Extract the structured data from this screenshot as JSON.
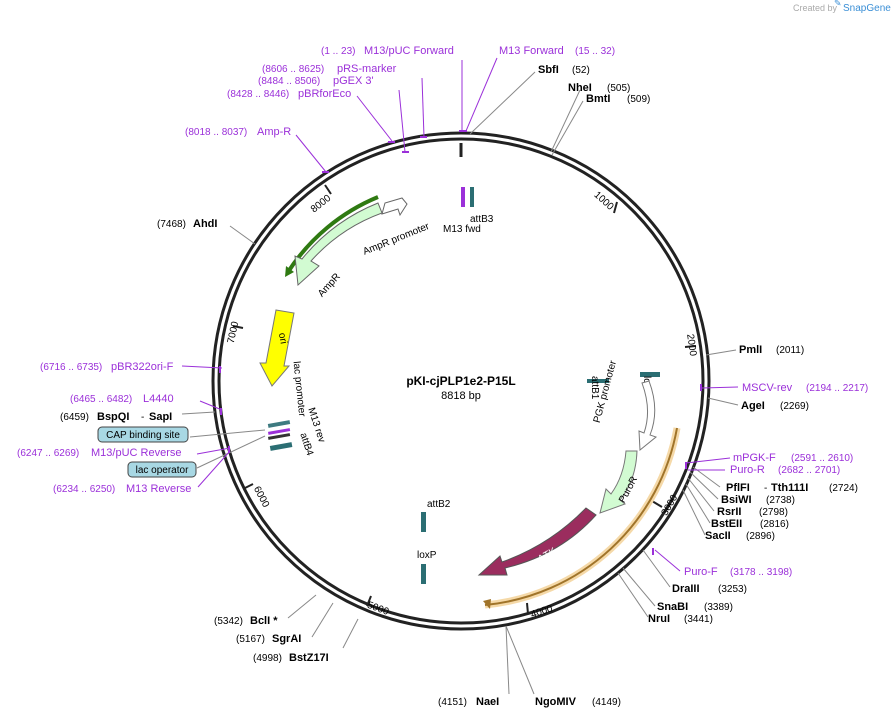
{
  "brand": {
    "created_by": "Created by",
    "name": "SnapGene"
  },
  "plasmid": {
    "name": "pKI-cjPLP1e2-P15L",
    "size": "8818 bp"
  },
  "ruler_ticks": [
    "1000",
    "2000",
    "3000",
    "4000",
    "5000",
    "6000",
    "7000",
    "8000"
  ],
  "enzymes": [
    {
      "name": "SbfI",
      "pos": "(52)"
    },
    {
      "name": "NheI",
      "pos": "(505)"
    },
    {
      "name": "BmtI",
      "pos": "(509)"
    },
    {
      "name": "PmlI",
      "pos": "(2011)"
    },
    {
      "name": "AgeI",
      "pos": "(2269)"
    },
    {
      "name": "PflFI",
      "sep": "-",
      "name2": "Tth111I",
      "pos": "(2724)"
    },
    {
      "name": "BsiWI",
      "pos": "(2738)"
    },
    {
      "name": "RsrII",
      "pos": "(2798)"
    },
    {
      "name": "BstEII",
      "pos": "(2816)"
    },
    {
      "name": "SacII",
      "pos": "(2896)"
    },
    {
      "name": "DraIII",
      "pos": "(3253)"
    },
    {
      "name": "SnaBI",
      "pos": "(3389)"
    },
    {
      "name": "NruI",
      "pos": "(3441)"
    },
    {
      "name": "NgoMIV",
      "pos": "(4149)"
    },
    {
      "name": "NaeI",
      "pos": "(4151)"
    },
    {
      "name": "BstZ17I",
      "pos": "(4998)"
    },
    {
      "name": "SgrAI",
      "pos": "(5167)"
    },
    {
      "name": "BclI *",
      "pos": "(5342)"
    },
    {
      "name": "BspQI",
      "sep": "-",
      "name2": "SapI",
      "pos": "(6459)"
    },
    {
      "name": "AhdI",
      "pos": "(7468)"
    }
  ],
  "primers": [
    {
      "name": "M13 Forward",
      "pos": "(15 .. 32)"
    },
    {
      "name": "M13/pUC Forward",
      "pos": "(1 .. 23)"
    },
    {
      "name": "pRS-marker",
      "pos": "(8606 .. 8625)"
    },
    {
      "name": "pGEX 3'",
      "pos": "(8484 .. 8506)"
    },
    {
      "name": "pBRforEco",
      "pos": "(8428 .. 8446)"
    },
    {
      "name": "Amp-R",
      "pos": "(8018 .. 8037)"
    },
    {
      "name": "MSCV-rev",
      "pos": "(2194 .. 2217)"
    },
    {
      "name": "mPGK-F",
      "pos": "(2591 .. 2610)"
    },
    {
      "name": "Puro-R",
      "pos": "(2682 .. 2701)"
    },
    {
      "name": "Puro-F",
      "pos": "(3178 .. 3198)"
    },
    {
      "name": "pBR322ori-F",
      "pos": "(6716 .. 6735)"
    },
    {
      "name": "L4440",
      "pos": "(6465 .. 6482)"
    },
    {
      "name": "M13/pUC Reverse",
      "pos": "(6247 .. 6269)"
    },
    {
      "name": "M13 Reverse",
      "pos": "(6234 .. 6250)"
    }
  ],
  "features": {
    "attB3": "attB3",
    "m13fwd": "M13 fwd",
    "ampr_promoter": "AmpR promoter",
    "ampr": "AmpR",
    "ori": "ori",
    "lac_promoter": "lac promoter",
    "m13rev": "M13 rev",
    "attB4": "attB4",
    "attB1": "attB1",
    "loxP1": "loxP",
    "pgk_promoter": "PGK promoter",
    "puroR": "PuroR",
    "dtk": "ΔTK",
    "attB2": "attB2",
    "loxP2": "loxP",
    "cap_site": "CAP binding site",
    "lac_operator": "lac operator"
  },
  "colors": {
    "backbone": "#222222",
    "primer": "#9b30d9",
    "ampr_fill": "#d2fbd2",
    "ori_fill": "#ffff00",
    "dtk_fill": "#9b2d5e",
    "highlight": "#f5d9a8",
    "cap_fill": "#a8d8e4"
  }
}
